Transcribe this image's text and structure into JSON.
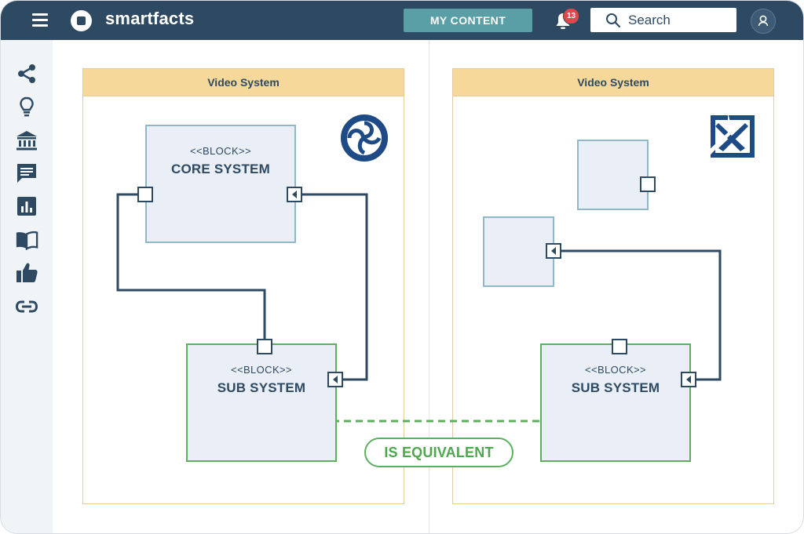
{
  "app": {
    "brand": "smartfacts"
  },
  "header": {
    "my_content_label": "MY CONTENT",
    "notification_count": "13",
    "search_placeholder": "Search"
  },
  "sidebar": {
    "items": [
      {
        "icon": "share-icon"
      },
      {
        "icon": "lightbulb-icon"
      },
      {
        "icon": "institution-icon"
      },
      {
        "icon": "comment-icon"
      },
      {
        "icon": "chart-icon"
      },
      {
        "icon": "book-icon"
      },
      {
        "icon": "thumbs-up-icon"
      },
      {
        "icon": "link-icon"
      }
    ]
  },
  "diagram": {
    "left_panel": {
      "title": "Video System",
      "core_block": {
        "stereotype": "<<BLOCK>>",
        "name": "CORE SYSTEM"
      },
      "sub_block": {
        "stereotype": "<<BLOCK>>",
        "name": "SUB SYSTEM"
      }
    },
    "right_panel": {
      "title": "Video System",
      "sub_block": {
        "stereotype": "<<BLOCK>>",
        "name": "SUB SYSTEM"
      }
    },
    "relation_label": "IS EQUIVALENT"
  },
  "colors": {
    "header_bg": "#2e4a62",
    "accent_teal": "#5a9ea6",
    "badge_red": "#e0474c",
    "panel_header": "#f5d89a",
    "sub_block_border": "#5fae5f",
    "core_block_border": "#8fb7c8",
    "connector": "#2e4a62"
  }
}
